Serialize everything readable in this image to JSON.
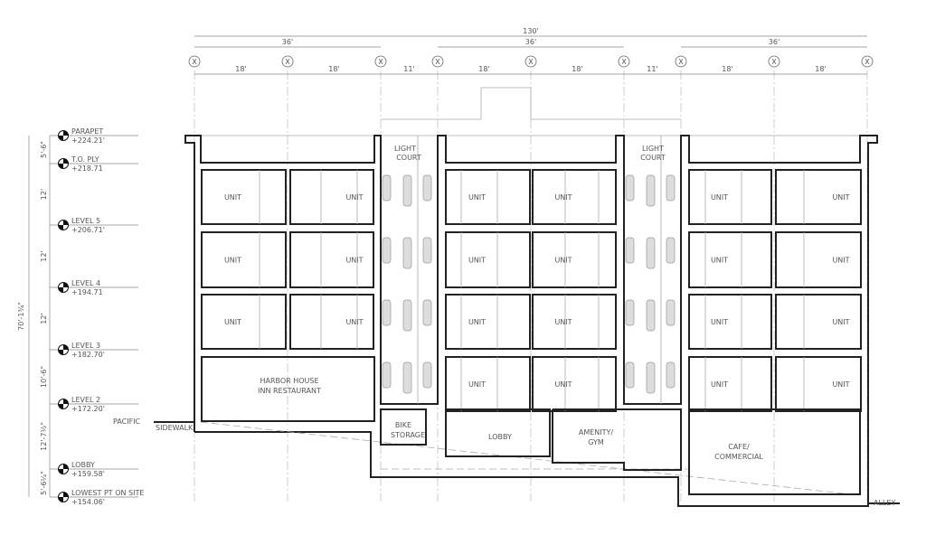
{
  "dimensions": {
    "overall": "130'",
    "bays": [
      "36'",
      "36'",
      "36'"
    ],
    "spans": [
      "18'",
      "18'",
      "11'",
      "18'",
      "18'",
      "11'",
      "18'",
      "18'"
    ],
    "grid_marker": "X",
    "overall_height": "70'-1¾\"",
    "floor_heights": [
      "5'-6\"",
      "12'",
      "12'",
      "12'",
      "10'-6\"",
      "12'-7½\"",
      "5'-6¼\""
    ]
  },
  "levels": [
    {
      "name": "PARAPET",
      "elevation": "+224.21'"
    },
    {
      "name": "T.O. PLY",
      "elevation": "+218.71"
    },
    {
      "name": "LEVEL 5",
      "elevation": "+206.71'"
    },
    {
      "name": "LEVEL 4",
      "elevation": "+194.71"
    },
    {
      "name": "LEVEL 3",
      "elevation": "+182.70'"
    },
    {
      "name": "LEVEL 2",
      "elevation": "+172.20'"
    },
    {
      "name": "LOBBY",
      "elevation": "+159.58'"
    },
    {
      "name": "LOWEST PT ON SITE",
      "elevation": "+154.06'"
    }
  ],
  "site": {
    "street": "PACIFIC",
    "sidewalk": "SIDEWALK",
    "alley": "ALLEY"
  },
  "rooms": {
    "unit": "UNIT",
    "light_court": [
      "LIGHT",
      "COURT"
    ],
    "restaurant": [
      "HARBOR HOUSE",
      "INN RESTAURANT"
    ],
    "bike": [
      "BIKE",
      "STORAGE"
    ],
    "lobby": "LOBBY",
    "amenity": [
      "AMENITY/",
      "GYM"
    ],
    "cafe": [
      "CAFE/",
      "COMMERCIAL"
    ]
  }
}
